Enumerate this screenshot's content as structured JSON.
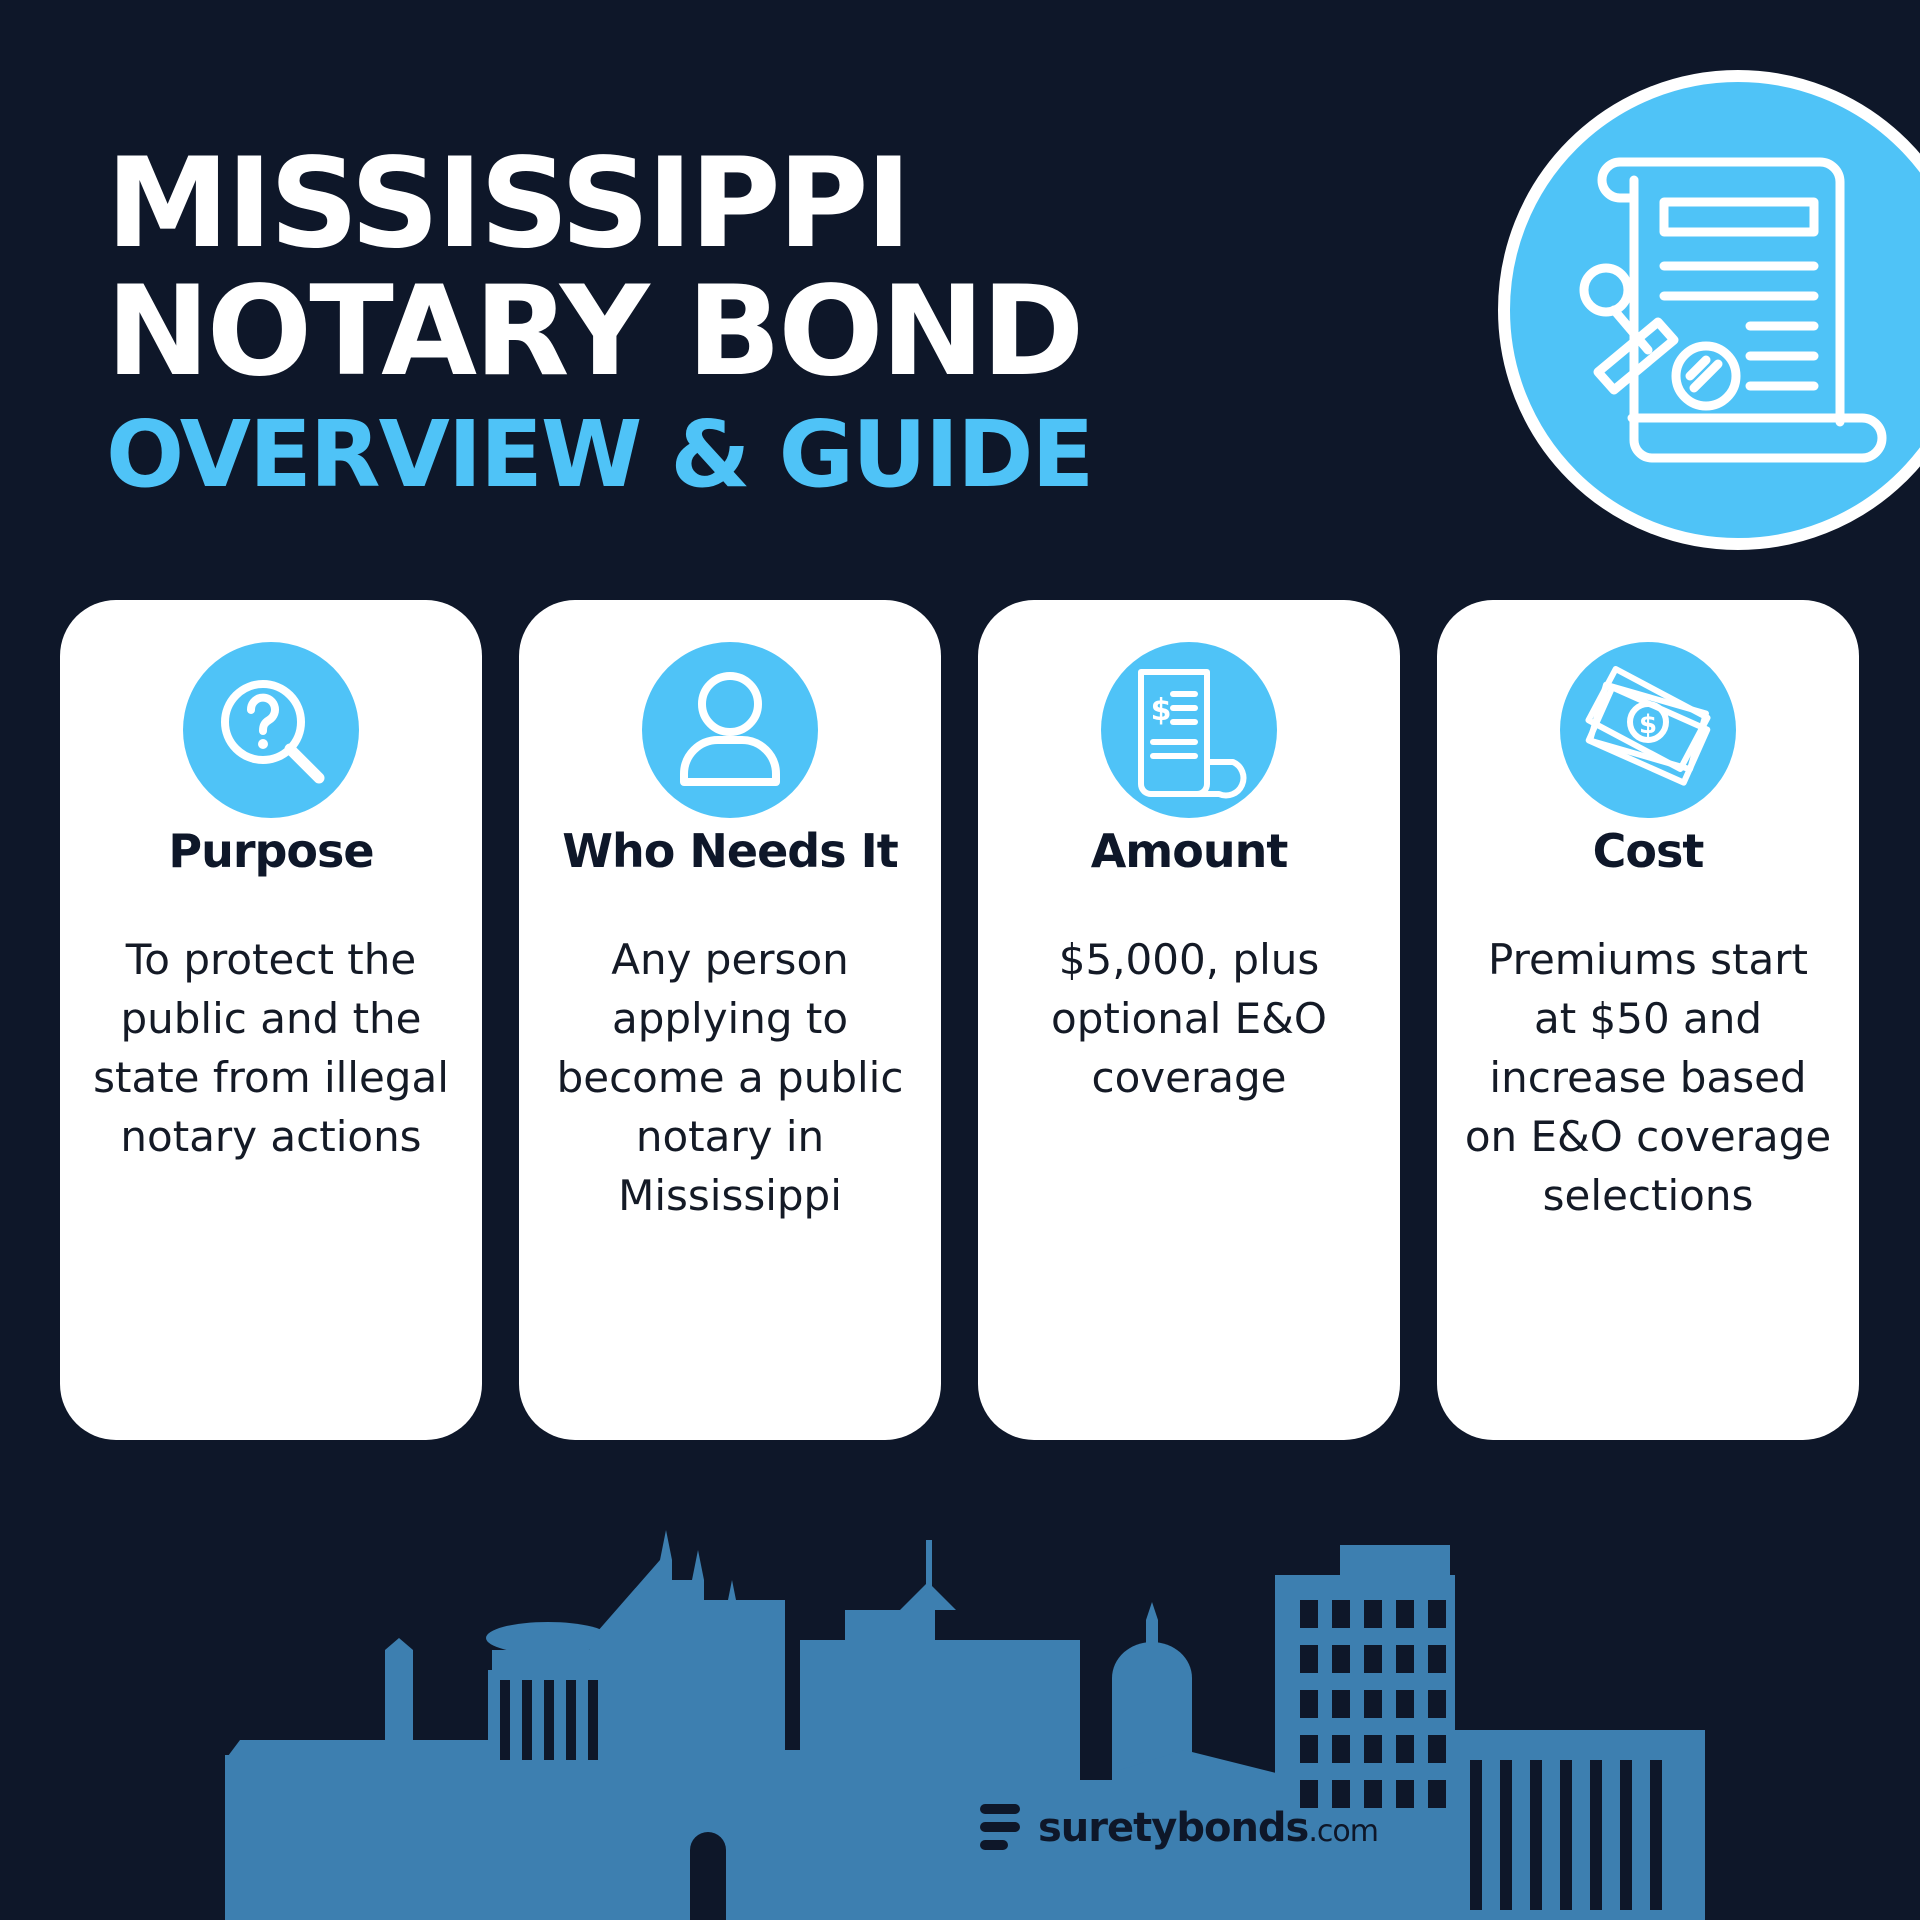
{
  "header": {
    "title_line1": "MISSISSIPPI",
    "title_line2": "NOTARY BOND",
    "subtitle": "OVERVIEW & GUIDE",
    "hero_icon": "notary-document-stamp-icon"
  },
  "cards": [
    {
      "icon": "search-question-icon",
      "title": "Purpose",
      "body": "To protect the public and the state from illegal notary actions"
    },
    {
      "icon": "person-icon",
      "title": "Who Needs It",
      "body": "Any person applying to become a public notary in Mississippi"
    },
    {
      "icon": "invoice-dollar-icon",
      "title": "Amount",
      "body": "$5,000, plus optional E&O coverage"
    },
    {
      "icon": "money-bills-icon",
      "title": "Cost",
      "body": "Premiums start at $50 and increase based on E&O coverage selections"
    }
  ],
  "footer": {
    "logo_main": "suretybonds",
    "logo_suffix": ".com"
  },
  "colors": {
    "background": "#0e1729",
    "accent": "#4fc3f7",
    "skyline": "#3d7fb0",
    "card": "#ffffff"
  }
}
